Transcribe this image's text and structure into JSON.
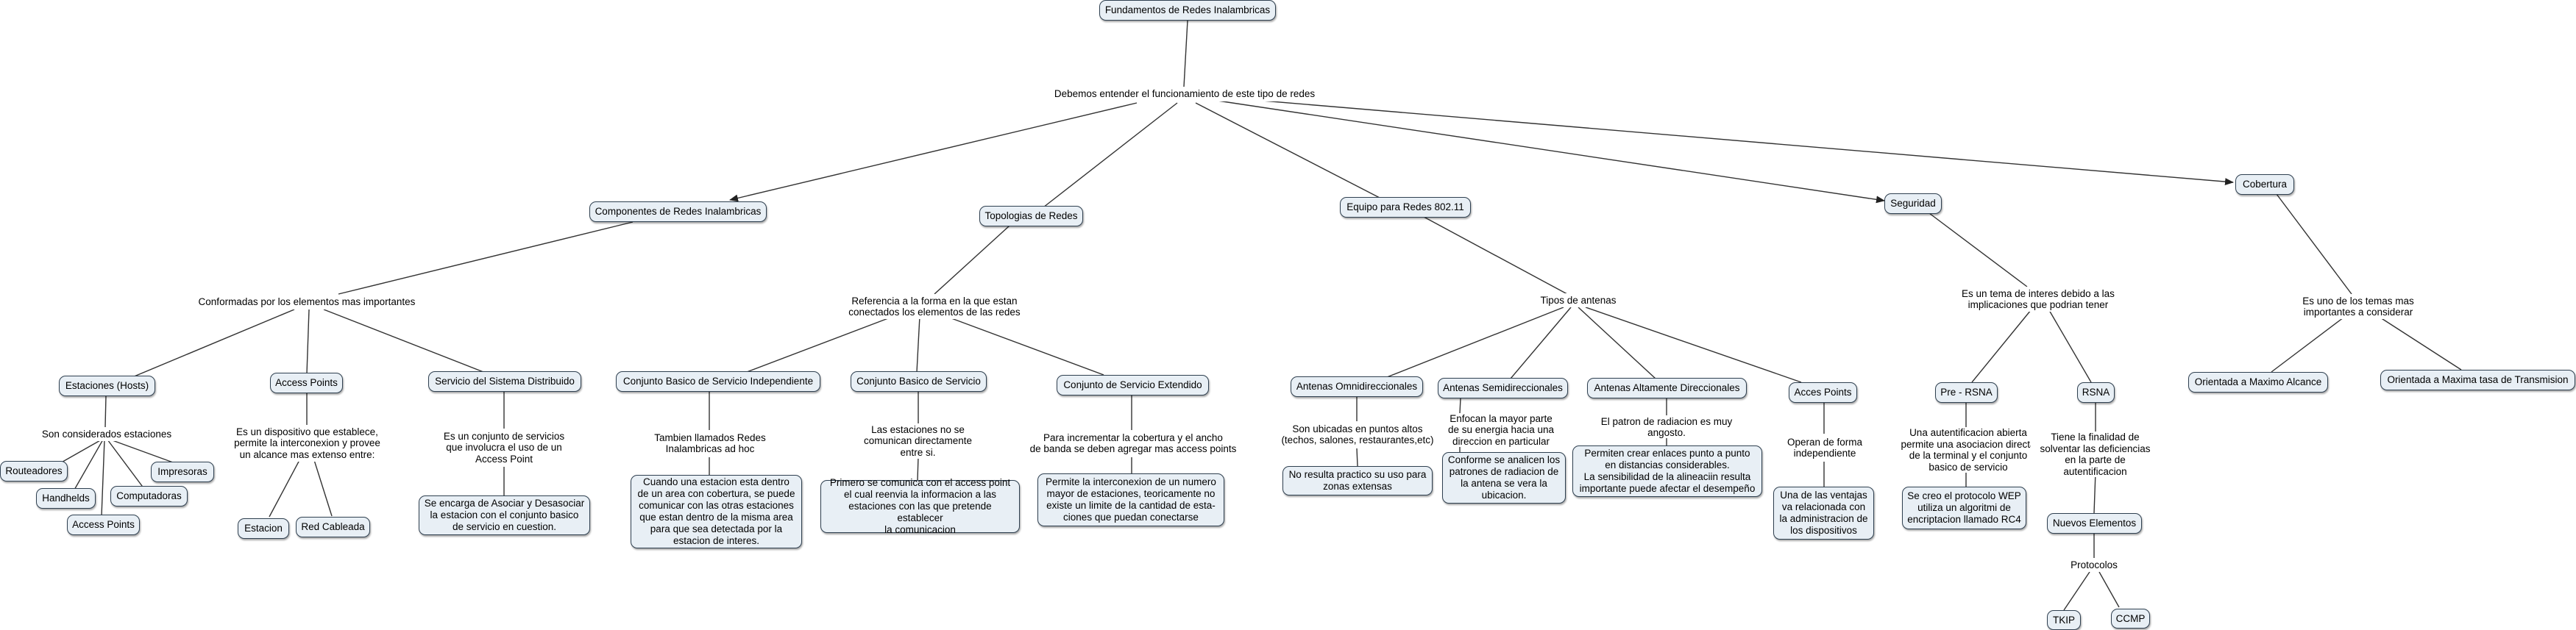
{
  "concepts": {
    "root": "Fundamentos de Redes Inalambricas",
    "intro": "Debemos entender  el funcionamiento de este tipo de redes",
    "componentes": "Componentes de Redes Inalambricas",
    "topologias": "Topologias de Redes",
    "equipo": "Equipo para Redes 802.11",
    "seguridad": "Seguridad",
    "cobertura": "Cobertura",
    "conformadas": "Conformadas por los elementos mas importantes",
    "estaciones": "Estaciones (Hosts)",
    "ap1": "Access Points",
    "ssd": "Servicio del Sistema Distribuido",
    "consideradas": "Son considerados estaciones",
    "routeadores": "Routeadores",
    "impresoras": "Impresoras",
    "handhelds": "Handhelds",
    "computadoras": "Computadoras",
    "ap2": "Access Points",
    "dispositivo": "Es un dispositivo que establece,\npermite la interconexion y provee\nun alcance mas extenso entre:",
    "estacion": "Estacion",
    "redcableada": "Red Cableada",
    "conjservicios": "Es un conjunto de servicios\nque involucra el uso de un\nAccess  Point",
    "asociar": "Se encarga de Asociar y Desasociar\nla estacion con el conjunto basico\nde servicio en cuestion.",
    "referencia": "Referencia a la forma en la que estan\nconectados los elementos de las redes",
    "cbsi": "Conjunto Basico de Servicio Independiente",
    "cbs": "Conjunto Basico de Servicio",
    "cse": "Conjunto de Servicio Extendido",
    "tambien": "Tambien llamados Redes\nInalambricas ad hoc",
    "cuando": "Cuando una estacion esta dentro\nde un area con cobertura, se puede\ncomunicar con las otras estaciones\nque estan dentro de la misma area\npara que sea detectada por la\nestacion de interes.",
    "noseComunican": "Las estaciones no se\ncomunican directamente\nentre si.",
    "primero": "Primero se comunica con el access point\nel cual reenvia la informacion a las\nestaciones con las que pretende establecer\nla comunicacion",
    "incrementar": "Para incrementar la cobertura y el ancho\nde banda se deben agregar mas access points",
    "permite": "Permite la interconexion de un numero\nmayor de estaciones, teoricamente no\nexiste un limite de la cantidad de esta-\nciones que puedan conectarse",
    "tiposAntenas": "Tipos de antenas",
    "omni": "Antenas Omnidireccionales",
    "semi": "Antenas Semidireccionales",
    "altamente": "Antenas Altamente Direccionales",
    "accesPoints": "Acces Points",
    "ubicadas": "Son ubicadas en puntos altos\n(techos, salones, restaurantes,etc)",
    "noResulta": "No resulta practico su uso para\nzonas extensas",
    "enfocan": "Enfocan la mayor parte\nde su energia hacia una\ndireccion en particular",
    "conforme": "Conforme se analicen los\npatrones de radiacion de\nla antena se vera la\nubicacion.",
    "patron": "El patron de radiacion es muy\nangosto.",
    "permitenCrear": "Permiten crear enlaces punto a punto\nen distancias considerables.\nLa sensibilidad de la alineaciin resulta\nimportante puede afectar el desempeño",
    "operan": "Operan de forma\nindependiente",
    "ventajas": "Una de las ventajas\nva relacionada con\nla administracion de\nlos dispositivos",
    "temaInteres": "Es un tema de interes debido a las\nimplicaciones que podrian tener",
    "preRsna": "Pre - RSNA",
    "rsna": "RSNA",
    "autentificacion": "Una autentificacion abierta\npermite una asociacion directa\nde la terminal y el conjunto\nbasico de servicio",
    "wep": "Se creo el protocolo WEP\nutiliza un algoritmi de\nencriptacion llamado RC4",
    "finalidad": "Tiene la finalidad de\nsolventar las deficiencias\nen la parte de\nautentificacion",
    "nuevos": "Nuevos Elementos",
    "protocolos": "Protocolos",
    "tkip": "TKIP",
    "ccmp": "CCMP",
    "esUno": "Es uno de los temas mas\nimportantes a considerar",
    "maxAlcance": "Orientada a Maximo Alcance",
    "maxTasa": "Orientada a Maxima tasa de Transmision"
  },
  "colors": {
    "node_fill": "#e8eff5",
    "node_border": "#2f4050",
    "line": "#333333"
  }
}
